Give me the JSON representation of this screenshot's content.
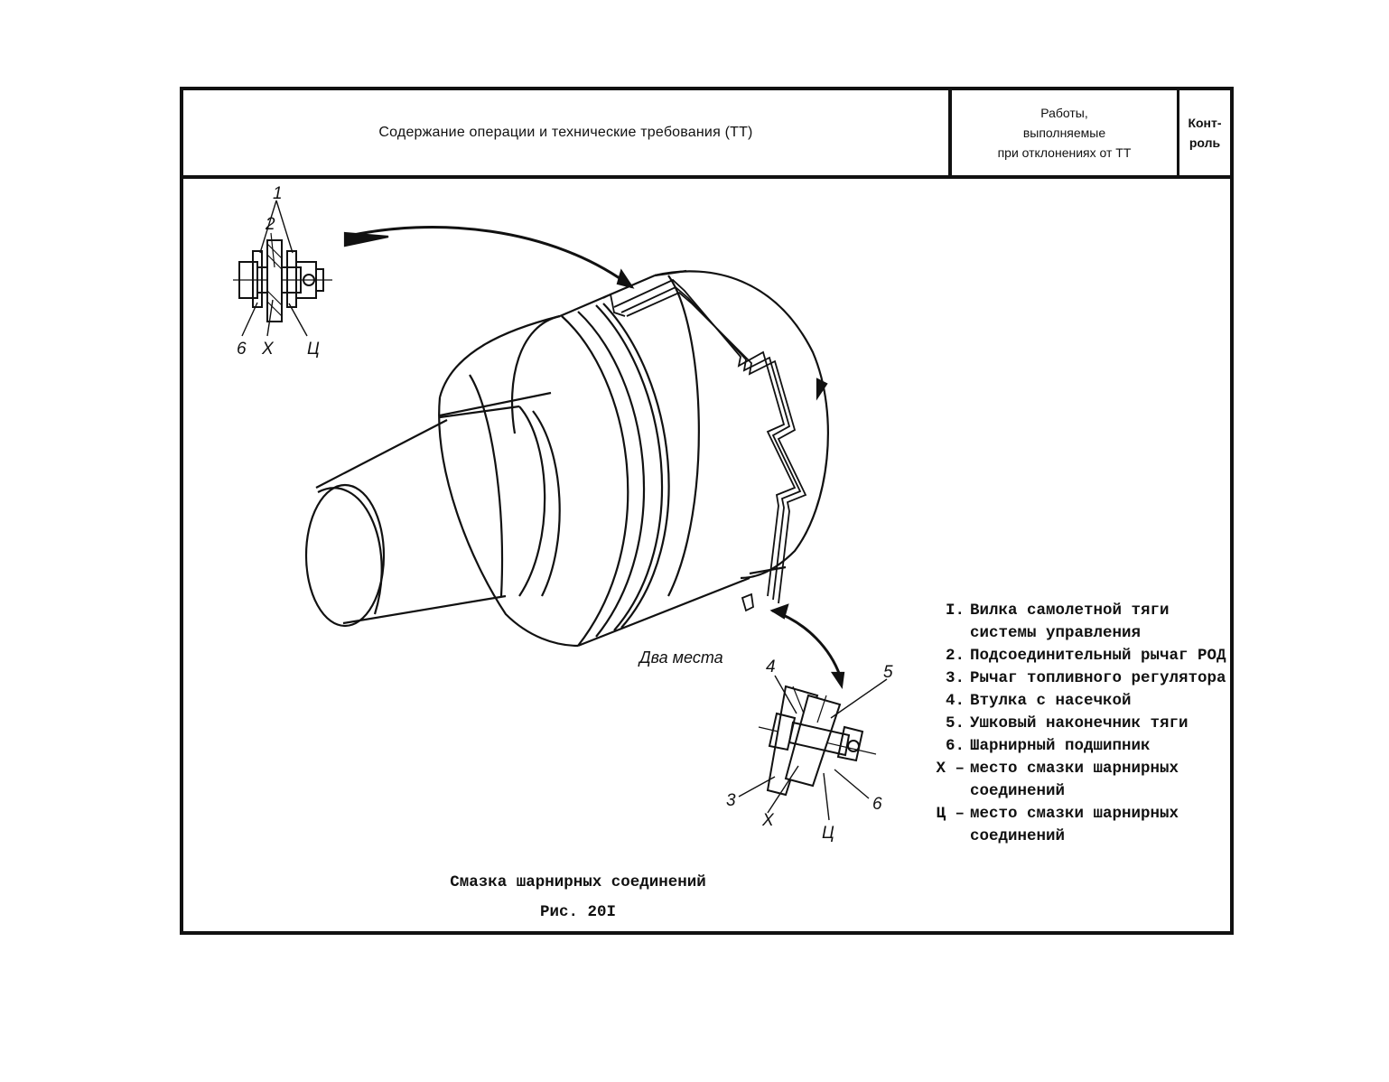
{
  "header": {
    "col1": "Содержание операции и технические требования (ТТ)",
    "col2_lines": [
      "Работы,",
      "выполняемые",
      "при отклонениях от ТТ"
    ],
    "col3_lines": [
      "Конт-",
      "роль"
    ]
  },
  "figure": {
    "two_places": "Два места",
    "detail_top_labels": {
      "l1": "1",
      "l2": "2",
      "l6": "6",
      "lx": "Х",
      "lc": "Ц"
    },
    "detail_bottom_labels": {
      "l3": "3",
      "l4": "4",
      "l5": "5",
      "l6": "6",
      "lx": "Х",
      "lc": "Ц"
    }
  },
  "legend": [
    {
      "num": "I.",
      "text": "Вилка самолетной тяги системы управления"
    },
    {
      "num": "2.",
      "text": "Подсоединительный рычаг РОД"
    },
    {
      "num": "3.",
      "text": "Рычаг топливного регулятора"
    },
    {
      "num": "4.",
      "text": "Втулка с насечкой"
    },
    {
      "num": "5.",
      "text": "Ушковый наконечник тяги"
    },
    {
      "num": "6.",
      "text": "Шарнирный подшипник"
    },
    {
      "num": "Х –",
      "text": "место смазки шарнирных соединений"
    },
    {
      "num": "Ц –",
      "text": "место смазки шарнирных соединений"
    }
  ],
  "caption": {
    "title": "Смазка шарнирных соединений",
    "figure_number": "Рис. 20I"
  }
}
